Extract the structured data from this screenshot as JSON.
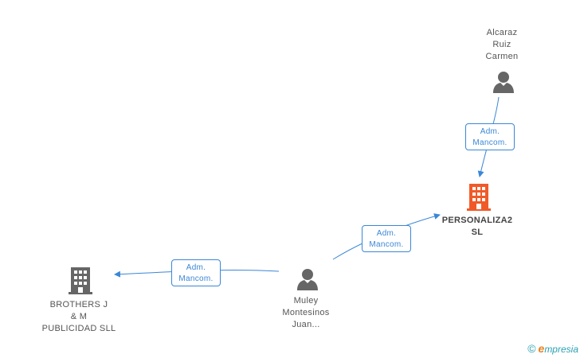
{
  "nodes": {
    "alcaraz": {
      "lines": [
        "Alcaraz",
        "Ruiz",
        "Carmen"
      ],
      "icon": "person-icon"
    },
    "personaliza": {
      "lines": [
        "PERSONALIZA2",
        "SL"
      ],
      "icon": "building-icon",
      "color": "#f05a28"
    },
    "muley": {
      "lines": [
        "Muley",
        "Montesinos",
        "Juan..."
      ],
      "icon": "person-icon"
    },
    "brothers": {
      "lines": [
        "BROTHERS J",
        "& M",
        "PUBLICIDAD SLL"
      ],
      "icon": "building-icon",
      "color": "#666666"
    }
  },
  "edges": [
    {
      "from": "alcaraz",
      "to": "personaliza",
      "lines": [
        "Adm.",
        "Mancom."
      ]
    },
    {
      "from": "muley",
      "to": "personaliza",
      "lines": [
        "Adm.",
        "Mancom."
      ]
    },
    {
      "from": "muley",
      "to": "brothers",
      "lines": [
        "Adm.",
        "Mancom."
      ]
    }
  ],
  "colors": {
    "edge": "#3b87d6",
    "person": "#666666"
  },
  "watermark": {
    "symbol": "©",
    "e": "e",
    "brand": "mpresia"
  }
}
